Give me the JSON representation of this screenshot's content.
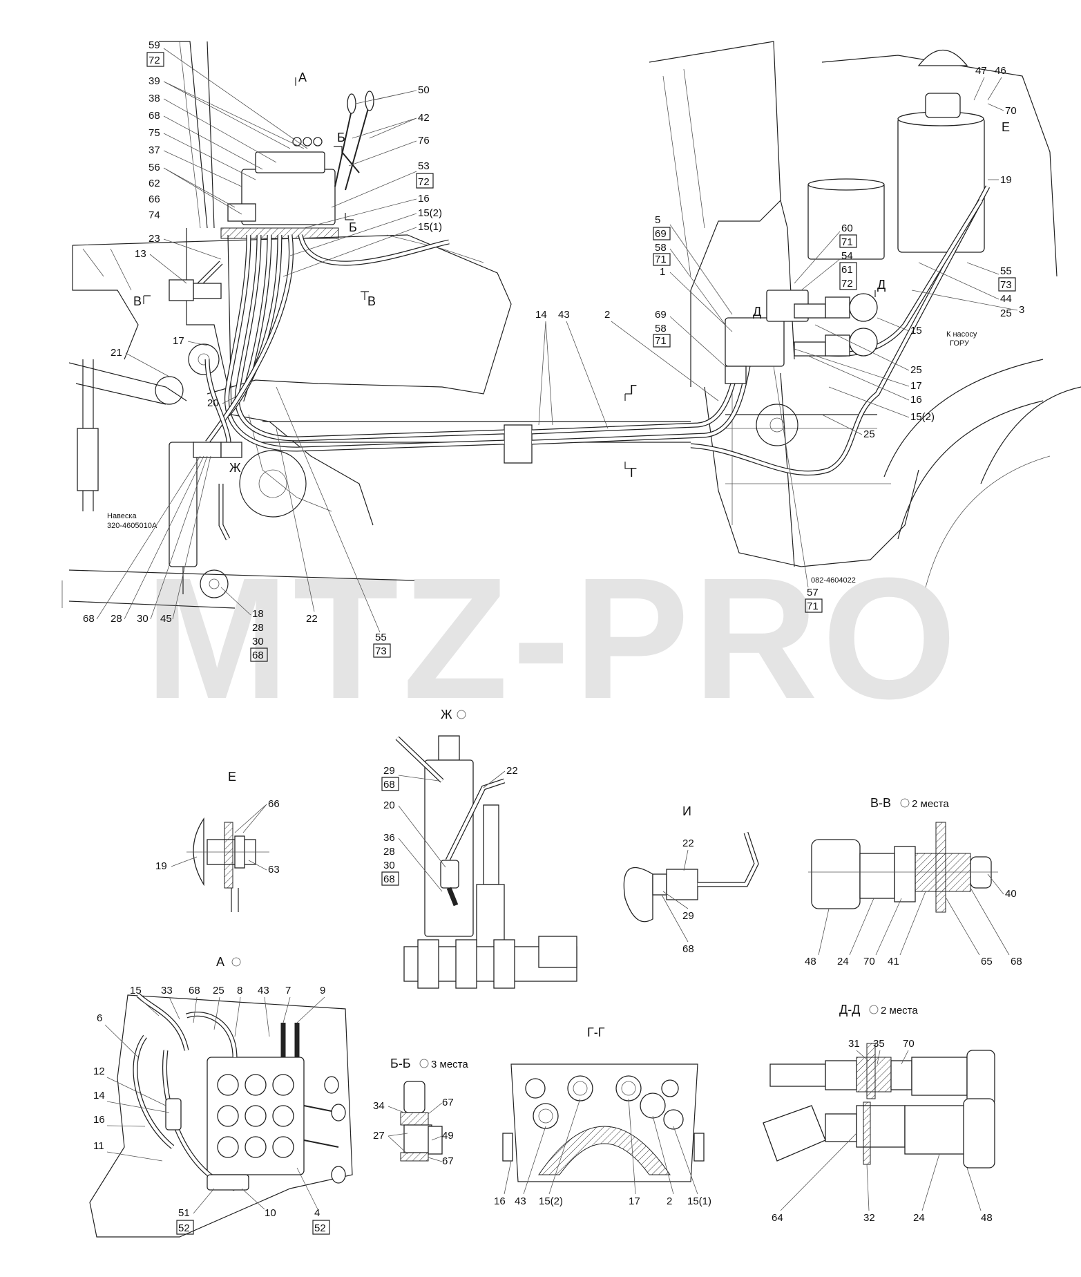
{
  "watermark": "MTZ-PRO",
  "sections": {
    "A_top": "А",
    "B_top_1": "Б",
    "B_top_2": "Б",
    "V_left": "В",
    "V_right": "В",
    "G_top": "Г",
    "G_bottom": "Г",
    "D_1": "Д",
    "D_2": "Д",
    "E_top": "Е",
    "Zh_top": "Ж",
    "view_E": "Е",
    "view_Zh": "Ж",
    "view_I": "И",
    "view_A": "А",
    "view_VV": "В-В",
    "view_VV_note": "2 места",
    "view_BB": "Б-Б",
    "view_BB_note": "3 места",
    "view_GG": "Г-Г",
    "view_DD": "Д-Д",
    "view_DD_note": "2 места"
  },
  "notes": {
    "naveska_1": "Навеска",
    "naveska_2": "320-4605010А",
    "pump_1": "К насосу",
    "pump_2": "ГОРУ",
    "part_no": "082-4604022"
  },
  "callouts": [
    "59",
    "72",
    "39",
    "38",
    "68",
    "75",
    "37",
    "56",
    "62",
    "66",
    "74",
    "23",
    "13",
    "17",
    "21",
    "20",
    "50",
    "42",
    "76",
    "53",
    "72",
    "16",
    "15(2)",
    "15(1)",
    "14",
    "43",
    "2",
    "5",
    "69",
    "58",
    "71",
    "1",
    "69",
    "58",
    "71",
    "60",
    "71",
    "54",
    "61",
    "72",
    "47",
    "46",
    "70",
    "19",
    "55",
    "73",
    "44",
    "25",
    "3",
    "15",
    "25",
    "17",
    "16",
    "15(2)",
    "25",
    "68",
    "28",
    "30",
    "45",
    "18",
    "28",
    "30",
    "68",
    "22",
    "55",
    "73",
    "57",
    "71"
  ],
  "view_labels": {
    "E": [
      "66",
      "19",
      "63"
    ],
    "Zh": [
      "29",
      "68",
      "22",
      "20",
      "36",
      "28",
      "30",
      "68"
    ],
    "I": [
      "22",
      "29",
      "68"
    ],
    "VV": [
      "48",
      "24",
      "70",
      "41",
      "65",
      "68",
      "40"
    ],
    "A": [
      "15",
      "33",
      "68",
      "25",
      "8",
      "43",
      "7",
      "9",
      "6",
      "12",
      "14",
      "16",
      "11",
      "51",
      "52",
      "10",
      "4",
      "52"
    ],
    "BB": [
      "34",
      "67",
      "27",
      "49",
      "67"
    ],
    "GG": [
      "16",
      "43",
      "15(2)",
      "17",
      "2",
      "15(1)"
    ],
    "DD": [
      "31",
      "35",
      "70",
      "64",
      "32",
      "24",
      "48"
    ]
  }
}
